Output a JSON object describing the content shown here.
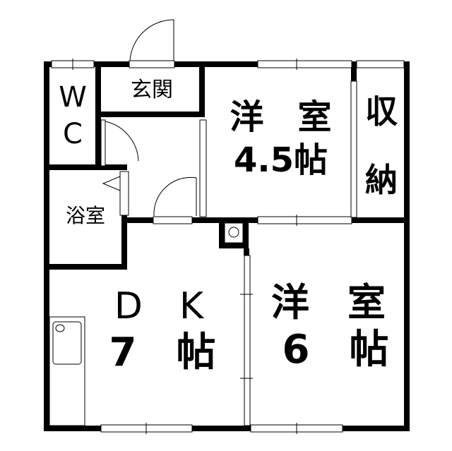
{
  "rooms": {
    "wc": {
      "line1": "W",
      "line2": "C"
    },
    "entrance": {
      "name": "玄関"
    },
    "bath": {
      "name": "浴室"
    },
    "western_small": {
      "name": "洋　室",
      "size": "4.5帖"
    },
    "closet": {
      "line1": "収",
      "line2": "納"
    },
    "dk": {
      "name": "D　K",
      "size": "7　帖"
    },
    "western_large": {
      "name": "洋　室",
      "size": "6　帖"
    }
  },
  "colors": {
    "wall": "#000000",
    "background": "#ffffff"
  }
}
